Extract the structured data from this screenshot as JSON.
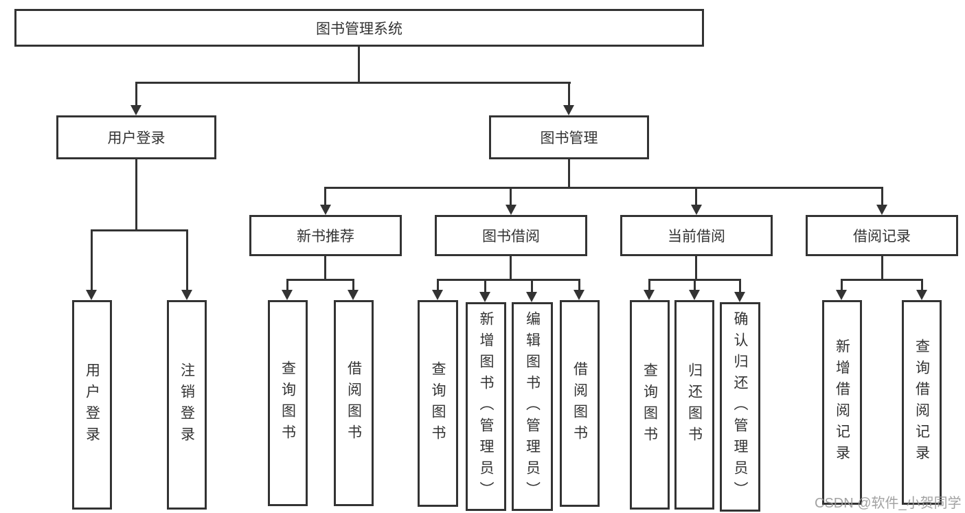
{
  "diagram": {
    "title": "图书管理系统",
    "type": "hierarchy-tree",
    "tree": {
      "root": {
        "label": "图书管理系统"
      },
      "children": [
        {
          "label": "用户登录",
          "children": [
            {
              "label": "用户登录"
            },
            {
              "label": "注销登录"
            }
          ]
        },
        {
          "label": "图书管理",
          "children": [
            {
              "label": "新书推荐",
              "children": [
                {
                  "label": "查询图书"
                },
                {
                  "label": "借阅图书"
                }
              ]
            },
            {
              "label": "图书借阅",
              "children": [
                {
                  "label": "查询图书"
                },
                {
                  "label": "新增图书（管理员）"
                },
                {
                  "label": "编辑图书（管理员）"
                },
                {
                  "label": "借阅图书"
                }
              ]
            },
            {
              "label": "当前借阅",
              "children": [
                {
                  "label": "查询图书"
                },
                {
                  "label": "归还图书"
                },
                {
                  "label": "确认归还（管理员）"
                }
              ]
            },
            {
              "label": "借阅记录",
              "children": [
                {
                  "label": "新增借阅记录"
                },
                {
                  "label": "查询借阅记录"
                }
              ]
            }
          ]
        }
      ]
    },
    "colors": {
      "line": "#333333",
      "text": "#333333",
      "box_background": "#ffffff",
      "watermark": "#989898"
    }
  },
  "watermark": "CSDN @软件_小贺同学"
}
